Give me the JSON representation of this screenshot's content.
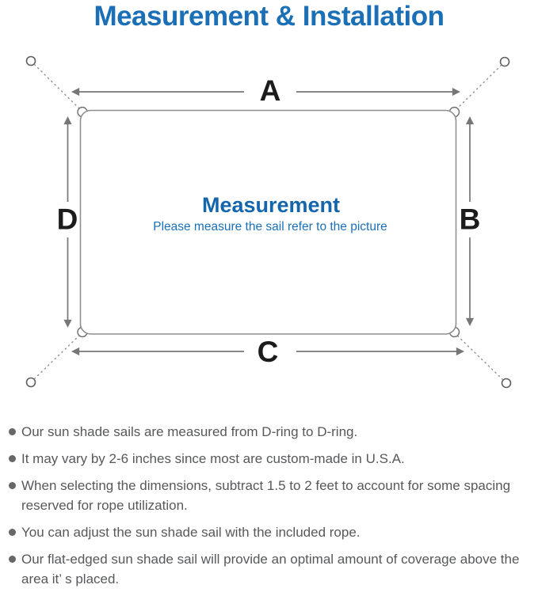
{
  "title": "Measurement & Installation",
  "diagram": {
    "dimension_labels": {
      "top": "A",
      "right": "B",
      "bottom": "C",
      "left": "D"
    },
    "center_heading": "Measurement",
    "center_caption": "Please measure the sail refer to the picture"
  },
  "notes": {
    "items": [
      "Our sun shade sails are measured from D-ring to D-ring.",
      "It may vary by 2-6 inches since most are custom-made in U.S.A.",
      "When selecting the dimensions, subtract 1.5 to 2 feet to account for some spacing reserved for rope utilization.",
      "You can adjust the sun shade sail with the included rope.",
      "Our flat-edged sun shade sail will provide an optimal amount of coverage above the area it’ s placed."
    ]
  },
  "colors": {
    "title_blue": "#1a6fb6",
    "center_heading_blue": "#1565ad",
    "center_caption_blue": "#1a70b8",
    "outline_gray": "#8f8f8f",
    "arrow_gray": "#767676",
    "dimension_letter": "#1c1c1c",
    "note_text_gray": "#57585a"
  }
}
